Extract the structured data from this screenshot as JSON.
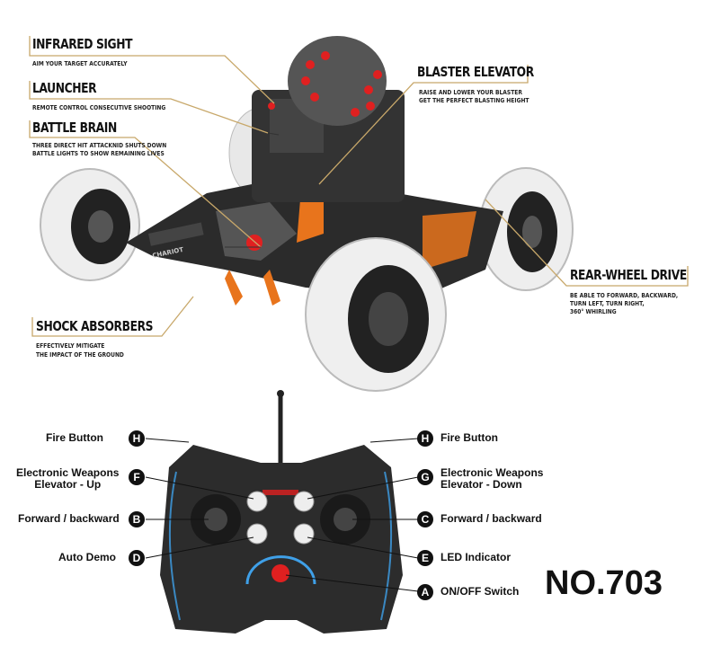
{
  "features": [
    {
      "id": "infrared-sight",
      "title": "INFRARED SIGHT",
      "lines": [
        "AIM YOUR TARGET ACCURATELY"
      ]
    },
    {
      "id": "launcher",
      "title": "LAUNCHER",
      "lines": [
        "REMOTE CONTROL CONSECUTIVE SHOOTING"
      ]
    },
    {
      "id": "battle-brain",
      "title": "BATTLE BRAIN",
      "lines": [
        "THREE DIRECT HIT ATTACKNID SHUTS DOWN",
        "BATTLE LIGHTS TO SHOW REMAINING LIVES"
      ]
    },
    {
      "id": "blaster-elevator",
      "title": "BLASTER ELEVATOR",
      "lines": [
        "RAISE AND  LOWER YOUR BLASTER",
        "GET THE PERFECT BLASTING HEIGHT"
      ]
    },
    {
      "id": "rear-wheel-drive",
      "title": "REAR-WHEEL DRIVE",
      "lines": [
        "BE ABLE TO FORWARD, BACKWARD,",
        "TURN LEFT, TURN RIGHT,",
        "360° WHIRLING"
      ]
    },
    {
      "id": "shock-absorbers",
      "title": "SHOCK ABSORBERS",
      "lines": [
        "EFFECTIVELY MITIGATE",
        "THE IMPACT OF THE GROUND"
      ]
    }
  ],
  "vehicle_logo": "CHARIOT",
  "controller": {
    "left": [
      {
        "key": "H",
        "label": "Fire Button"
      },
      {
        "key": "F",
        "label": "Electronic Weapons",
        "label2": "Elevator - Up"
      },
      {
        "key": "B",
        "label": "Forward / backward"
      },
      {
        "key": "D",
        "label": "Auto Demo"
      }
    ],
    "right": [
      {
        "key": "H",
        "label": "Fire Button"
      },
      {
        "key": "G",
        "label": "Electronic Weapons",
        "label2": "Elevator - Down"
      },
      {
        "key": "C",
        "label": "Forward / backward"
      },
      {
        "key": "E",
        "label": "LED Indicator"
      },
      {
        "key": "A",
        "label": "ON/OFF Switch"
      }
    ]
  },
  "model_number": "NO.703",
  "colors": {
    "accent": "#e8741c",
    "gold_line": "#c8a86a",
    "body": "#2a2a2a",
    "led": "#e02020",
    "blue_glow": "#3fa0e8"
  }
}
